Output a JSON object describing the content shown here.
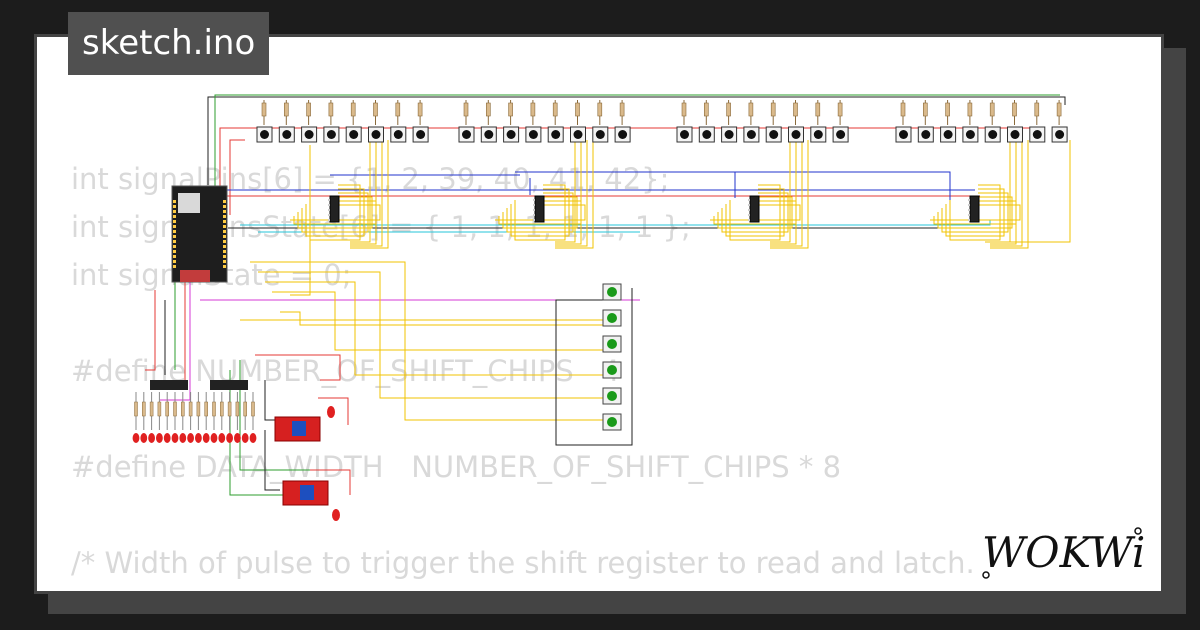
{
  "file_tab": {
    "label": "sketch.ino"
  },
  "code_lines": [
    "int signalPins[6] = {1, 2, 39, 40, 41, 42};",
    "int signalPinsState[6] = { 1, 1, 1, 1, 1, 1 };",
    "int signalState = 0;",
    "",
    "#define NUMBER_OF_SHIFT_CHIPS   4",
    "",
    "#define DATA_WIDTH   NUMBER_OF_SHIFT_CHIPS * 8",
    "",
    "/* Width of pulse to trigger the shift register to read and latch.",
    "*/"
  ],
  "logo": {
    "text": "WOKWi"
  },
  "colors": {
    "background": "#1c1c1c",
    "card": "#ffffff",
    "tab": "#505050",
    "code_text": "#d9d9d9",
    "wire_yellow": "#f2c300",
    "wire_red": "#e53935",
    "wire_green": "#2e9e2e",
    "wire_blue": "#2233cc",
    "wire_black": "#222222",
    "wire_magenta": "#d63ad6",
    "wire_cyan": "#26c6da",
    "led_red": "#e02020",
    "led_green": "#1a9a1a"
  },
  "icons": {
    "logo": "wokwi-logo",
    "buttons": "pushbutton-icon",
    "leds": "led-icon"
  }
}
